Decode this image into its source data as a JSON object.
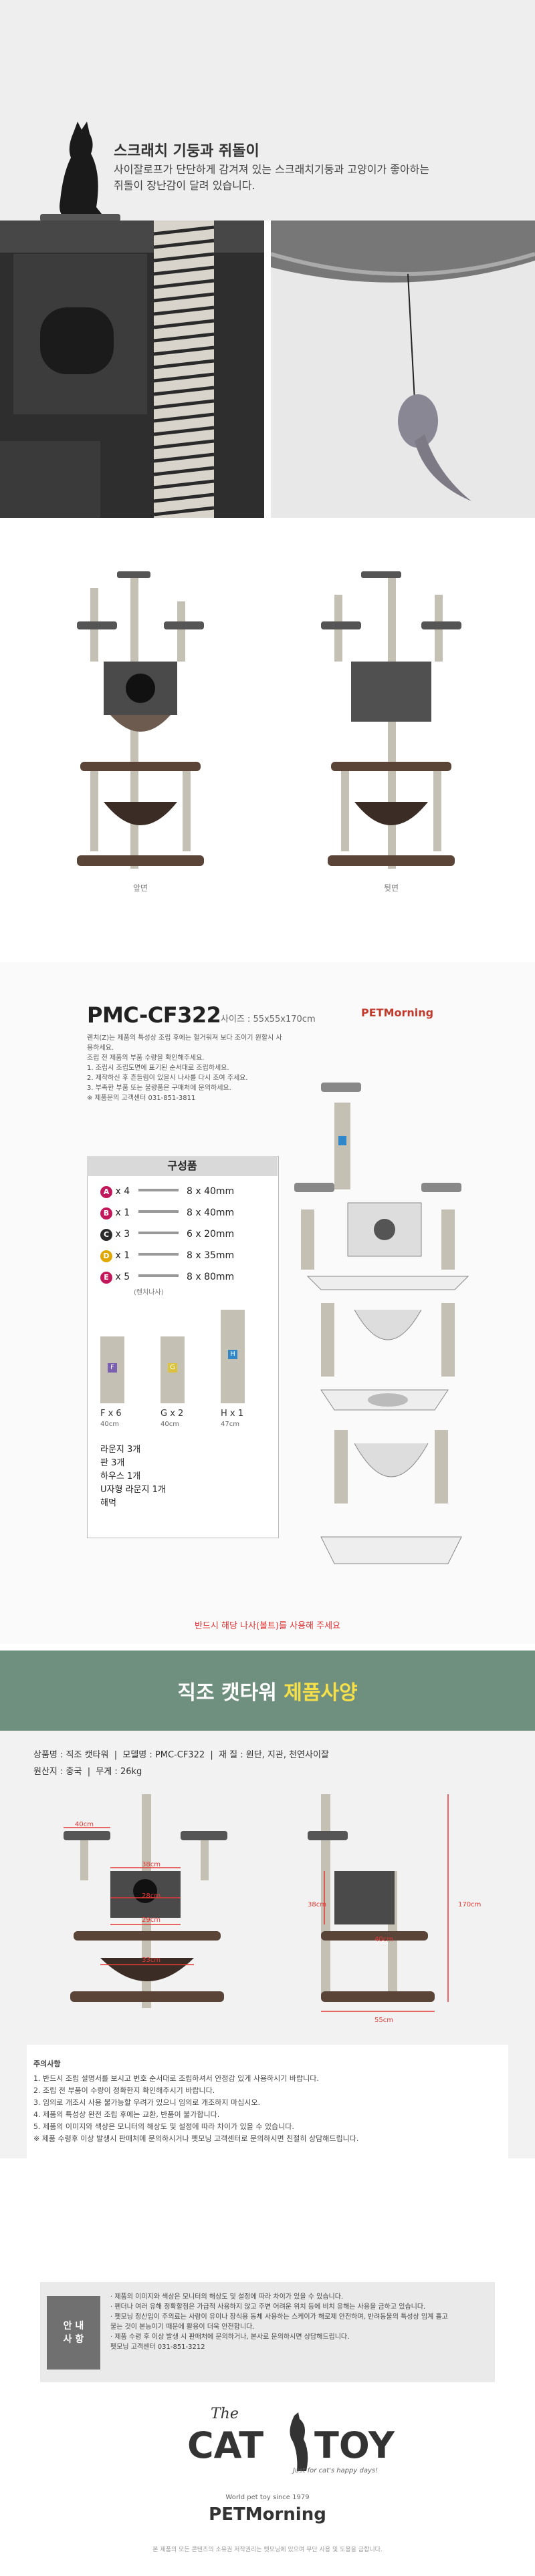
{
  "feature": {
    "title": "스크래치 기둥과 쥐돌이",
    "desc_line1": "사이잘로프가 단단하게 감겨져 있는 스크래치기둥과 고양이가 좋아하는",
    "desc_line2": "쥐돌이 장난감이 달려 있습니다."
  },
  "views": {
    "front_label": "앞면",
    "back_label": "뒷면"
  },
  "parts_sheet": {
    "model": "PMC-CF322",
    "size": "사이즈 : 55x55x170cm",
    "brand": "PETMorning",
    "notes": [
      "렌치(Z)는 제품의 특성상 조립 후에는 헐거워져 보다 조이기 원할시 사용하세요.",
      "조립 전 제품의 부품 수량을 확인해주세요.",
      "1. 조립시 조립도면에 표기된 순서대로 조립하세요.",
      "2. 제작하신 후 흔들림이 있을시 나사를 다시 조여 주세요.",
      "3. 부족한 부품 또는 불량품은 구매처에 문의하세요.",
      "※ 제품문의 고객센터 031-851-3811"
    ],
    "composition_title": "구성품",
    "bolts": [
      {
        "badge": "A",
        "qty": "x 4",
        "spec": "8 x 40mm",
        "color": "#c2185b"
      },
      {
        "badge": "B",
        "qty": "x 1",
        "spec": "8 x 40mm",
        "color": "#c2185b"
      },
      {
        "badge": "C",
        "qty": "x 3",
        "spec": "6 x 20mm",
        "color": "#2b2b2b"
      },
      {
        "badge": "D",
        "qty": "x 1",
        "spec": "8 x 35mm",
        "color": "#e0a800"
      },
      {
        "badge": "E",
        "qty": "x 5",
        "spec": "8 x 80mm",
        "color": "#c2185b"
      }
    ],
    "wrench_note": "(렌치나사)",
    "poles": [
      {
        "label": "F x 6",
        "len": "40cm",
        "letter": "F",
        "color": "#7b5fb0"
      },
      {
        "label": "G x 2",
        "len": "40cm",
        "letter": "G",
        "color": "#d9c33f"
      },
      {
        "label": "H x 1",
        "len": "47cm",
        "letter": "H",
        "color": "#2f86c8"
      }
    ],
    "extras": [
      "라운지 3개",
      "판 3개",
      "하우스 1개",
      "U자형 라운지 1개",
      "해먹"
    ],
    "warning": "반드시 해당 나사(볼트)를 사용해 주세요"
  },
  "spec": {
    "title_a": "직조 캣타워",
    "title_b": "제품사양",
    "product_name": "상품명 : 직조 캣타워",
    "model": "모델명 : PMC-CF322",
    "material": "재 질 : 원단, 지관, 천연사이잘",
    "origin": "원산지 : 중국",
    "weight": "무게 : 26kg",
    "dims": [
      "40cm",
      "38cm",
      "28cm",
      "29cm",
      "33cm",
      "38cm",
      "40cm",
      "55cm",
      "170cm"
    ],
    "notice_title": "주의사항",
    "notices": [
      "1. 반드시 조립 설명서를 보시고 번호 순서대로 조립하셔서 안정감 있게 사용하시기 바랍니다.",
      "2. 조립 전 부품이 수량이 정확한지 확인해주시기 바랍니다.",
      "3. 임의로 개조시 사용 불가능할 우려가 있으니 임의로 개조하지 마십시오.",
      "4. 제품의 특성상 완전 조립 후에는 교환, 반품이 불가합니다.",
      "5. 제품의 이미지와 색상은 모니터의 해상도 및 설정에 따라 차이가 있을 수 있습니다.",
      "※ 제품 수령후 이상 발생시 판매처에 문의하시거나 펫모닝 고객센터로 문의하시면 친절히 상담해드립니다."
    ]
  },
  "guide": {
    "label_a": "안 내",
    "label_b": "사 항",
    "lines": [
      "· 제품의 이미지와 색상은 모니터의 해상도 및 설정에 따라 차이가 있을 수 있습니다.",
      "· 펜더나 여러 유해 정확할점은 가급적 사용하지 않고 주변 어려운 위치 등에 비치 유해는 사용을 금하고 있습니다.",
      "· 펫모닝 정산입이 주의료는 사람이 유이나 장식용 동체 사용하는 스케이가 해로제 안전하며, 반려동물의 특성상 임계 흘고",
      "  물는 것이 본능이기 때문에 활용이 더욱 안전합니다.",
      "· 제품 수령 후 이상 발생 시 판매처에 문의하거나, 본사로 문의하시면 상담해드립니다.",
      "  펫모닝 고객센터 031-851-3212"
    ]
  },
  "footer": {
    "the": "The",
    "cat": "CAT",
    "toy": "TOY",
    "tagline": "Just for cat's happy days!",
    "world": "World pet toy since 1979",
    "brand": "PETMorning",
    "copyright": "본 제품의 모든 콘텐츠의 소유권 저작권리는 펫모닝에 있으며 무단 사용 및 도용을 금합니다."
  },
  "colors": {
    "sisal": "#b9b2a3",
    "wood": "#5a4337",
    "fabric": "#4a4a4a",
    "accent": "#c23a2b"
  }
}
